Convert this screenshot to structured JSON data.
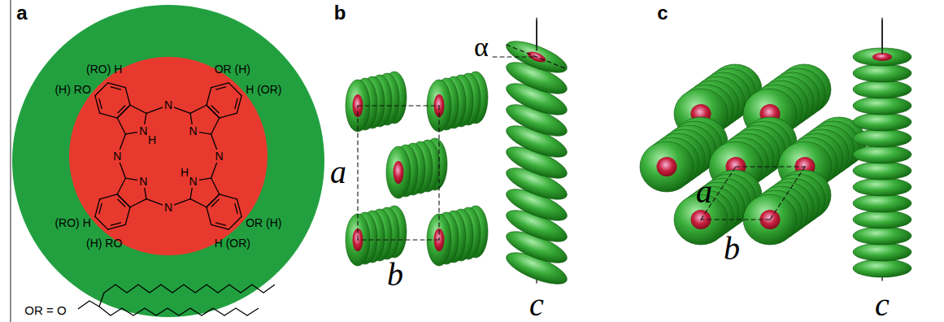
{
  "diagram": {
    "labels": [
      "a",
      "(RO) H",
      "OR (H)",
      "(H) RO",
      "H (OR)",
      "N",
      "N",
      "H",
      "N",
      "N",
      "N",
      "H",
      "N",
      "N",
      "N",
      "(RO) H",
      "OR (H)",
      "(H) RO",
      "H (OR)",
      "OR = O",
      "b",
      "α",
      "a",
      "b",
      "c",
      "c",
      "a",
      "b",
      "c"
    ]
  }
}
